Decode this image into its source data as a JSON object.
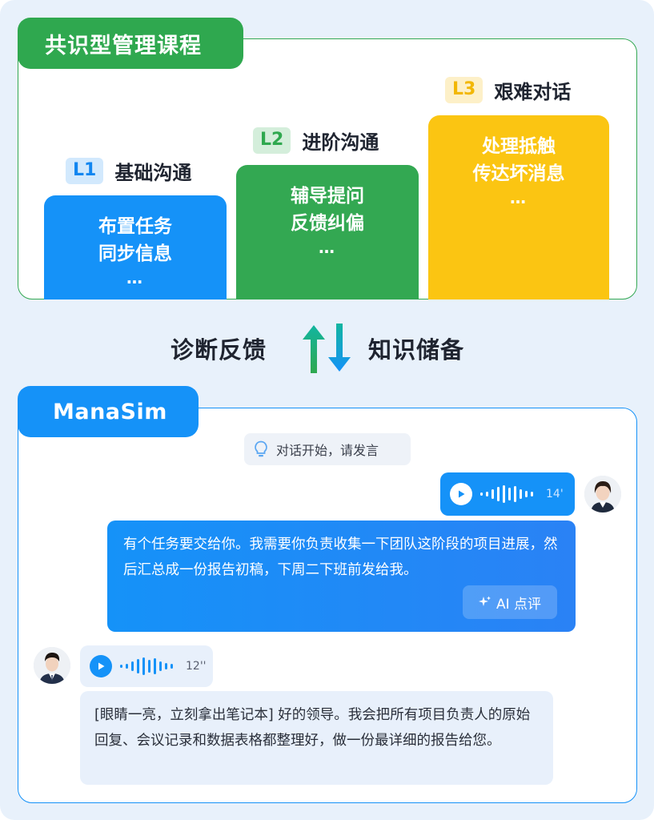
{
  "course": {
    "title": "共识型管理课程",
    "levels": [
      {
        "badge": "L1",
        "name": "基础沟通",
        "items": [
          "布置任务",
          "同步信息"
        ],
        "more": "…"
      },
      {
        "badge": "L2",
        "name": "进阶沟通",
        "items": [
          "辅导提问",
          "反馈纠偏"
        ],
        "more": "…"
      },
      {
        "badge": "L3",
        "name": "艰难对话",
        "items": [
          "处理抵触",
          "传达坏消息"
        ],
        "more": "…"
      }
    ]
  },
  "flow": {
    "left_label": "诊断反馈",
    "right_label": "知识储备"
  },
  "manasim": {
    "title": "ManaSim",
    "hint": "对话开始，请发言",
    "manager_voice_duration": "14'",
    "manager_message": "有个任务要交给你。我需要你负责收集一下团队这阶段的项目进展，然后汇总成一份报告初稿，下周二下班前发给我。",
    "ai_review_label": "AI 点评",
    "employee_voice_duration": "12''",
    "employee_message": "[眼睛一亮，立刻拿出笔记本] 好的领导。我会把所有项目负责人的原始回复、会议记录和数据表格都整理好，做一份最详细的报告给您。"
  },
  "colors": {
    "blue": "#1592f8",
    "green": "#2fa84f",
    "yellow": "#fbc512",
    "page_bg": "#e8f1fb"
  },
  "icons": {
    "hint": "lightbulb-icon",
    "play": "play-icon",
    "wave": "waveform-icon",
    "ai": "sparkle-icon"
  }
}
